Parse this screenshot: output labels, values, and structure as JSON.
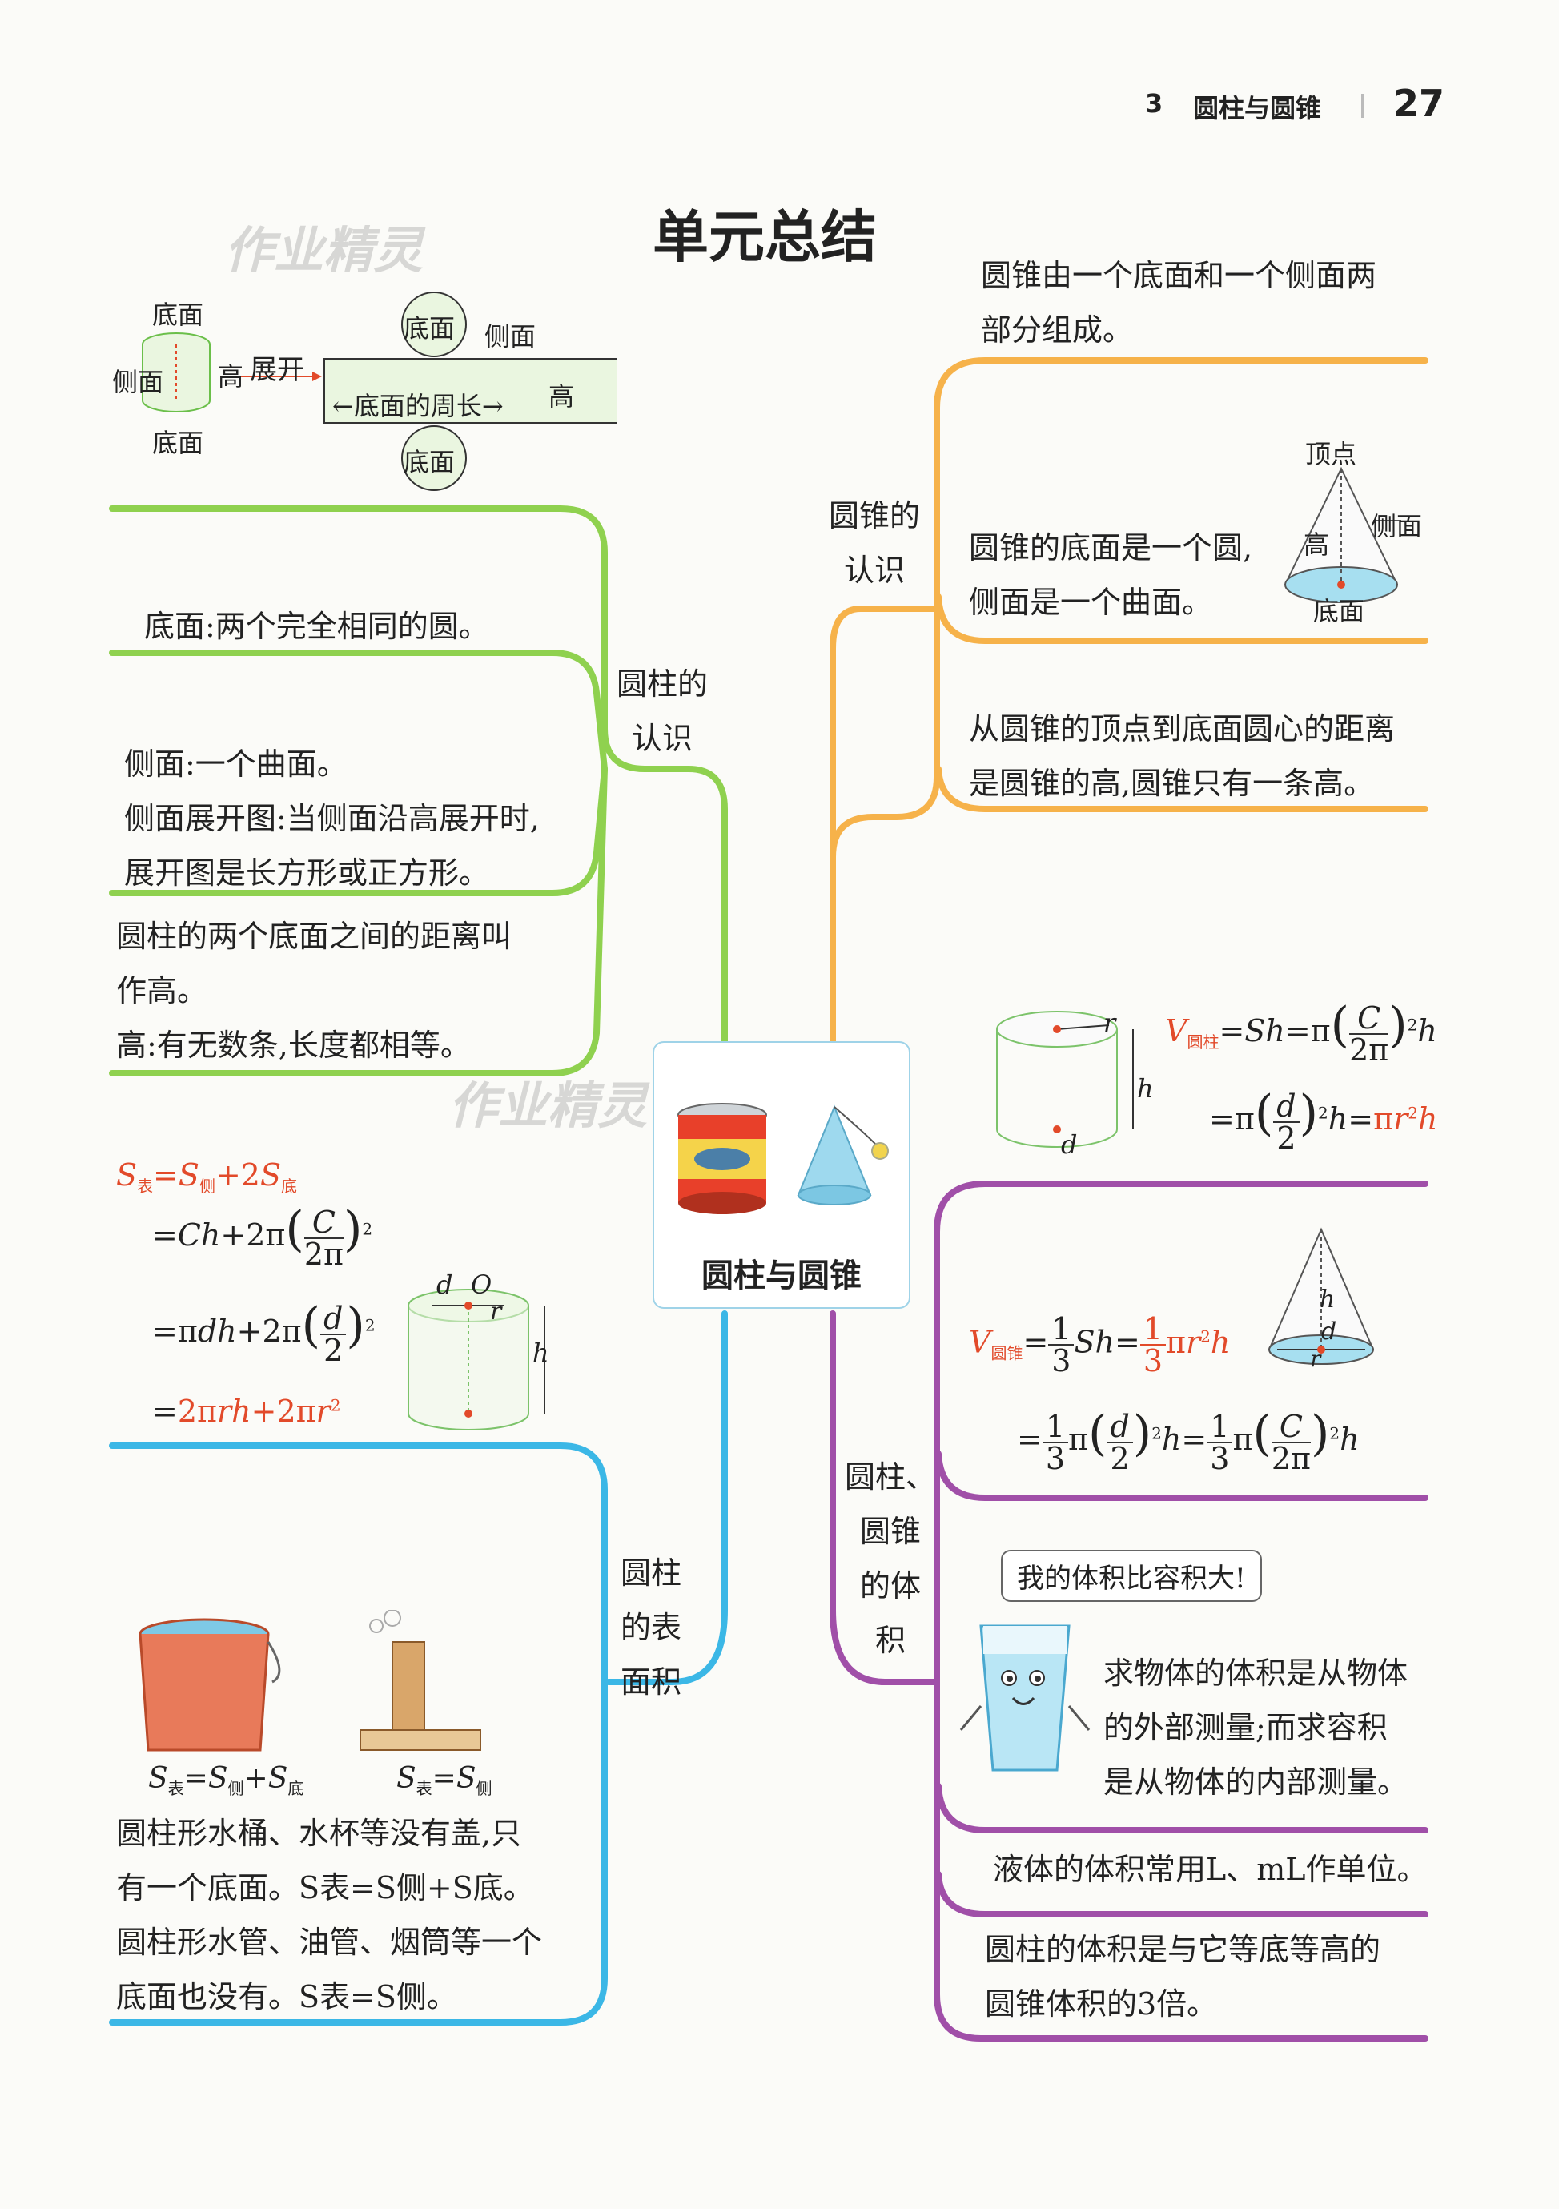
{
  "header": {
    "chapter_number": "3",
    "chapter_title": "圆柱与圆锥",
    "page_number": "27"
  },
  "title": "单元总结",
  "watermark": "作业精灵",
  "center": {
    "label": "圆柱与圆锥"
  },
  "cylinder_net": {
    "top": "底面",
    "side": "侧面",
    "height": "高",
    "bottom": "底面",
    "unfold": "展开",
    "circle_top": "底面",
    "side_label": "侧面",
    "perimeter": "底面的周长",
    "height_right": "高",
    "circle_bottom": "底面"
  },
  "branches": {
    "cyl_know": {
      "label_1": "圆柱的",
      "label_2": "认识",
      "item1": "底面:两个完全相同的圆。",
      "item2_l1": "侧面:一个曲面。",
      "item2_l2": "侧面展开图:当侧面沿高展开时,",
      "item2_l3": "展开图是长方形或正方形。",
      "item3_l1": "圆柱的两个底面之间的距离叫",
      "item3_l2": "作高。",
      "item3_l3": "高:有无数条,长度都相等。"
    },
    "cone_know": {
      "label_1": "圆锥的",
      "label_2": "认识",
      "item1_l1": "圆锥由一个底面和一个侧面两",
      "item1_l2": "部分组成。",
      "item2_l1": "圆锥的底面是一个圆,",
      "item2_l2": "侧面是一个曲面。",
      "cone_vertex": "顶点",
      "cone_side": "侧面",
      "cone_height": "高",
      "cone_base": "底面",
      "item3_l1": "从圆锥的顶点到底面圆心的距离",
      "item3_l2": "是圆锥的高,圆锥只有一条高。"
    },
    "cyl_area": {
      "label_1": "圆柱",
      "label_2": "的表",
      "label_3": "面积",
      "bucket_formula": "S表=S侧+S底",
      "chimney_formula": "S表=S侧",
      "note_l1": "圆柱形水桶、水杯等没有盖,只",
      "note_l2": "有一个底面。S表=S侧+S底。",
      "note_l3": "圆柱形水管、油管、烟筒等一个",
      "note_l4": "底面也没有。S表=S侧。"
    },
    "volume": {
      "label_1": "圆柱、",
      "label_2": "圆锥",
      "label_3": "的体",
      "label_4": "积",
      "bubble": "我的体积比容积大!",
      "measure_l1": "求物体的体积是从物体",
      "measure_l2": "的外部测量;而求容积",
      "measure_l3": "是从物体的内部测量。",
      "liquid": "液体的体积常用L、mL作单位。",
      "relation_l1": "圆柱的体积是与它等底等高的",
      "relation_l2": "圆锥体积的3倍。"
    }
  },
  "colors": {
    "green": "#8fd14f",
    "orange": "#f6b24a",
    "blue": "#3bb7e6",
    "purple": "#a04fa8",
    "formula_red": "#e24a2a"
  }
}
